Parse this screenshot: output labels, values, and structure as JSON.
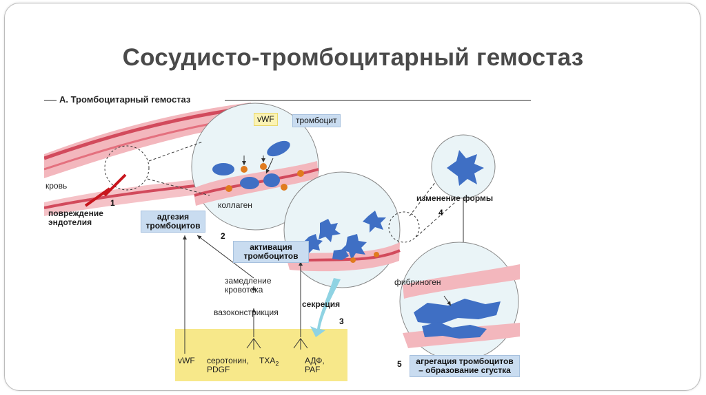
{
  "slide": {
    "title": "Сосудисто-тромбоцитарный гемостаз"
  },
  "figure": {
    "section_title": "А. Тромбоцитарный гемостаз",
    "labels": {
      "blood": "кровь",
      "endothelium_damage": "повреждение эндотелия",
      "vwf_top": "vWF",
      "platelet": "тромбоцит",
      "collagen": "коллаген",
      "adhesion": "адгезия тромбоцитов",
      "activation": "активация тромбоцитов",
      "shape_change": "изменение формы",
      "slowing": "замедление кровотока",
      "vasoconstriction": "вазоконстрикция",
      "secretion": "секреция",
      "fibrinogen": "фибриноген",
      "aggregation": "агрегация тромбоцитов – образование сгустка"
    },
    "step_numbers": [
      "1",
      "2",
      "3",
      "4",
      "5"
    ],
    "secretion_products": {
      "vwf": "vWF",
      "serotonin": "серотонин, PDGF",
      "txa": "TXA",
      "txa_sub": "2",
      "adp": "АДФ, PAF"
    },
    "colors": {
      "vessel": "#e35a6a",
      "platelet": "#3f6fc4",
      "vwf_dots": "#e07b1e",
      "box": "#c9dcf0",
      "secretion_band": "#f7e88a",
      "arrow_red": "#c8161d"
    }
  }
}
